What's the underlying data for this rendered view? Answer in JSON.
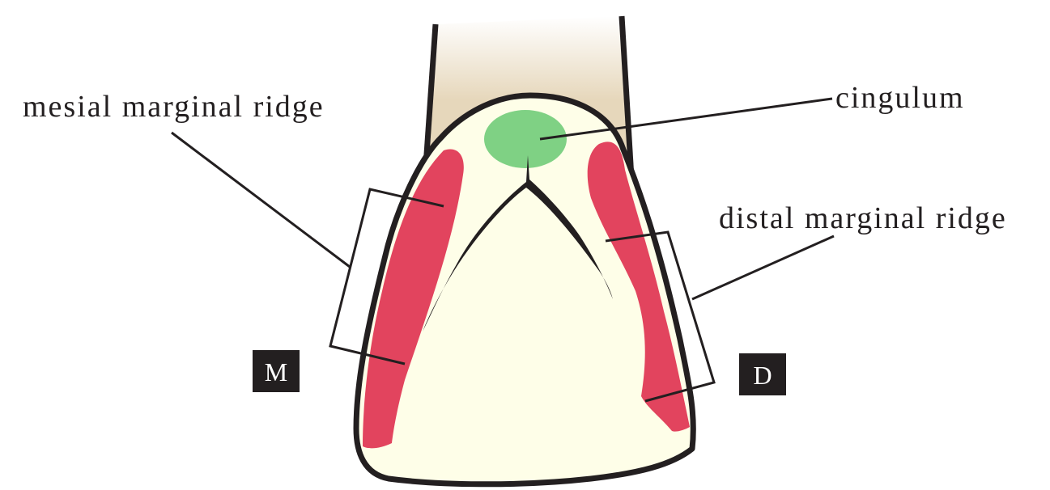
{
  "labels": {
    "cingulum": "cingulum",
    "mesial": "mesial marginal ridge",
    "distal": "distal marginal ridge",
    "mesial_side": "M",
    "distal_side": "D"
  },
  "colors": {
    "crown": "#fefee8",
    "root": "#e6d7bb",
    "marginal_ridge": "#e2445e",
    "cingulum": "#7fd184",
    "outline": "#231f20",
    "side_box": "#231f20"
  }
}
